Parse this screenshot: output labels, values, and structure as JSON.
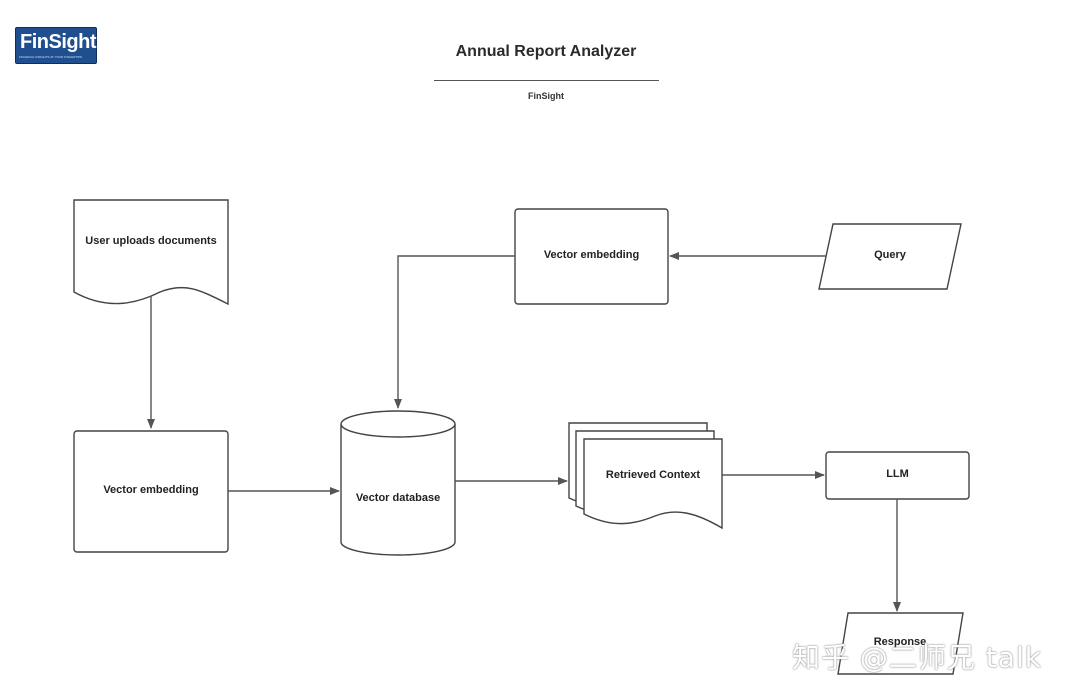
{
  "logo": {
    "brand": "FinSight",
    "tagline": "FINANCIAL INSIGHTS AT YOUR FINGERTIPS"
  },
  "header": {
    "title": "Annual Report Analyzer",
    "subtitle": "FinSight"
  },
  "nodes": {
    "user_uploads": "User uploads documents",
    "embedding_left": "Vector embedding",
    "embedding_top": "Vector embedding",
    "query": "Query",
    "vector_db": "Vector database",
    "retrieved_context": "Retrieved Context",
    "llm": "LLM",
    "response": "Response"
  },
  "watermark": "知乎 @二师兄 talk"
}
